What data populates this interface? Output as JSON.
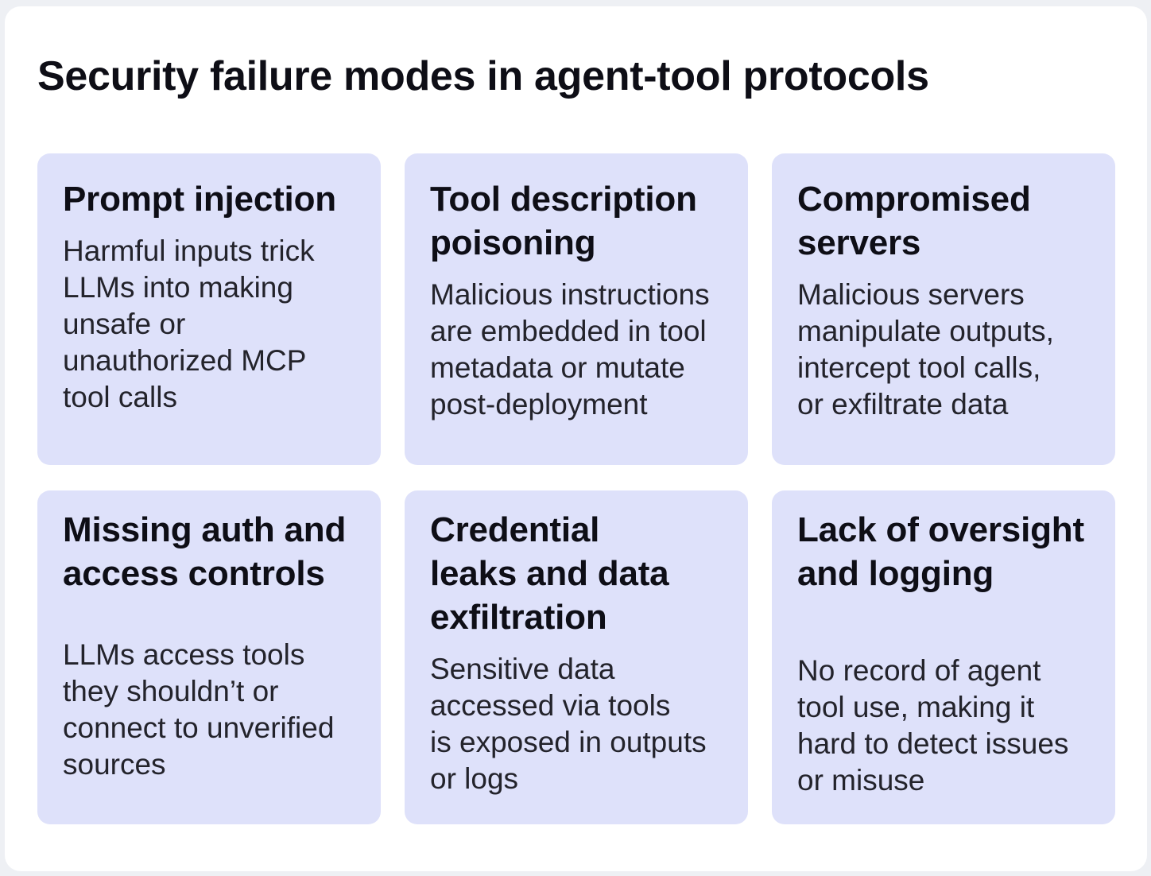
{
  "title": "Security failure modes in agent-tool protocols",
  "colors": {
    "frame_bg": "#eef0f4",
    "panel_bg": "#ffffff",
    "card_bg": "#dee1fa",
    "heading_text": "#0e0e16",
    "body_text": "#23232b"
  },
  "cards": [
    {
      "heading": "Prompt injection",
      "body": "Harmful inputs trick\nLLMs into making\nunsafe or\nunauthorized MCP\ntool calls"
    },
    {
      "heading": "Tool description\npoisoning",
      "body": "Malicious instructions\nare embedded in tool\nmetadata or mutate\npost-deployment"
    },
    {
      "heading": "Compromised\nservers",
      "body": "Malicious servers\nmanipulate outputs,\nintercept tool calls,\nor exfiltrate data"
    },
    {
      "heading": "Missing auth and\naccess controls",
      "body": "LLMs access tools\nthey shouldn’t or\nconnect to unverified\nsources"
    },
    {
      "heading": "Credential\nleaks and data\nexfiltration",
      "body": "Sensitive data\naccessed via tools\nis exposed in outputs\nor logs"
    },
    {
      "heading": "Lack of oversight\nand logging",
      "body": "No record of agent\ntool use, making it\nhard to detect issues\nor misuse"
    }
  ]
}
